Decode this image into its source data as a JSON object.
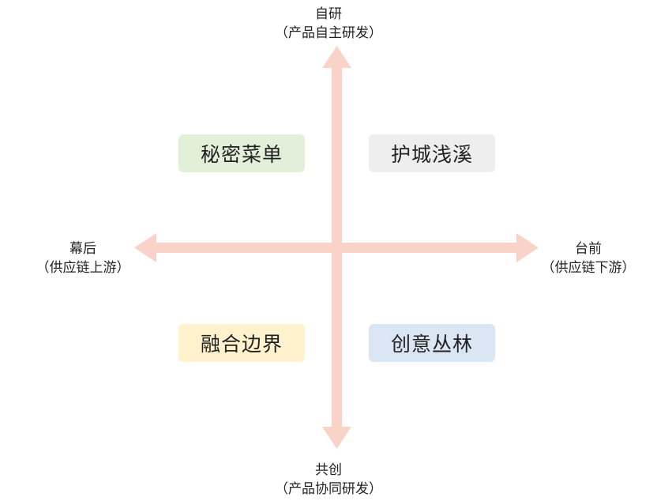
{
  "axes": {
    "top": {
      "title": "自研",
      "subtitle": "（产品自主研发）"
    },
    "bottom": {
      "title": "共创",
      "subtitle": "（产品协同研发）"
    },
    "left": {
      "title": "幕后",
      "subtitle": "（供应链上游）"
    },
    "right": {
      "title": "台前",
      "subtitle": "（供应链下游）"
    }
  },
  "quadrants": {
    "top_left": {
      "label": "秘密菜单",
      "color": "#e2efd9"
    },
    "top_right": {
      "label": "护城浅溪",
      "color": "#eeeeee"
    },
    "bottom_left": {
      "label": "融合边界",
      "color": "#fff2cc"
    },
    "bottom_right": {
      "label": "创意丛林",
      "color": "#dae6f3"
    }
  },
  "colors": {
    "arrow": "#f9d3c8"
  }
}
